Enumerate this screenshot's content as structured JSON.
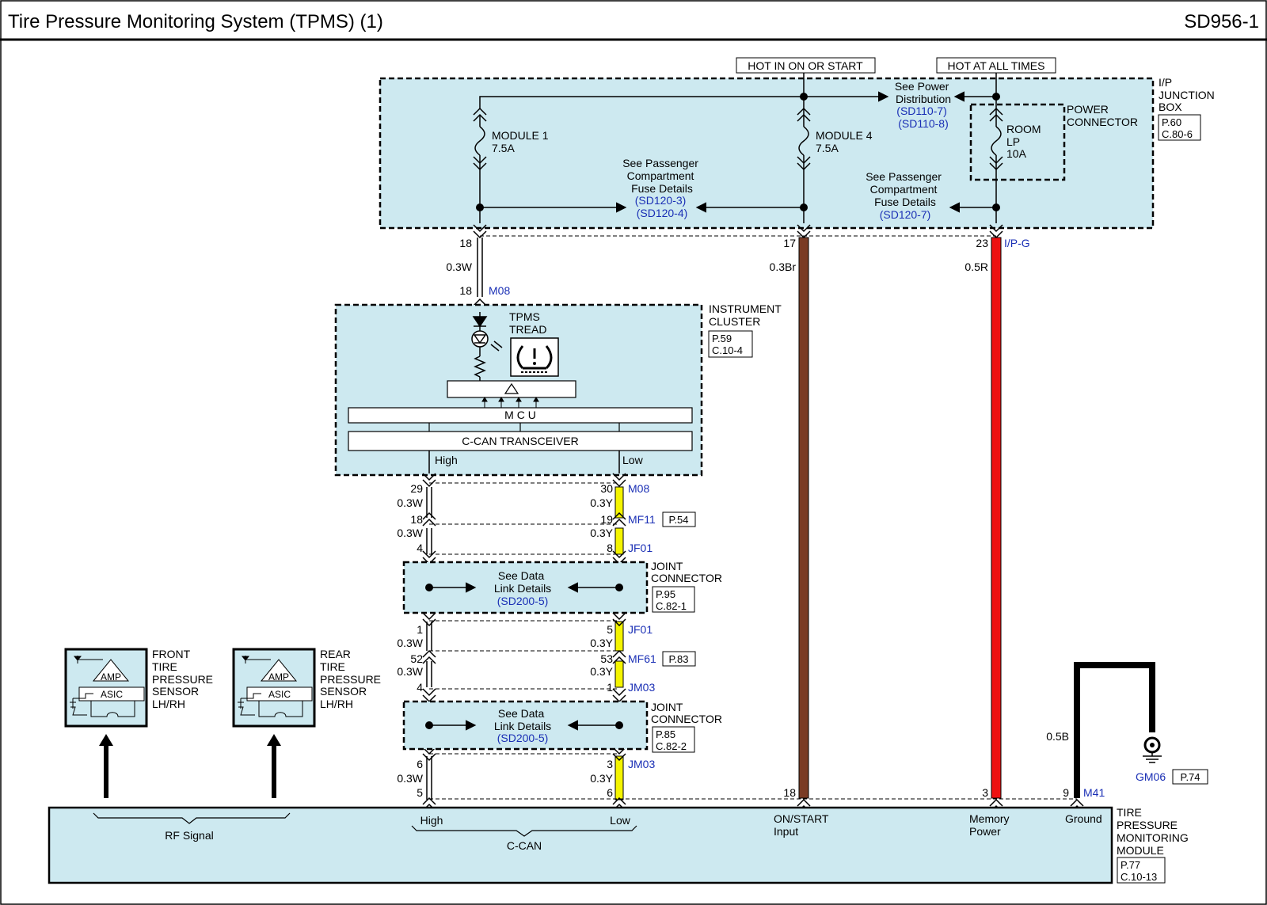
{
  "title": "Tire Pressure Monitoring System (TPMS) (1)",
  "page_code": "SD956-1",
  "colors": {
    "panel": "#cde9f0",
    "brown": "#7a3b24",
    "red": "#ee1111",
    "yellow": "#f4f400",
    "link_blue": "#1a2fb5"
  },
  "power": {
    "hot_on_start": "HOT IN ON OR START",
    "hot_all_times": "HOT AT ALL TIMES"
  },
  "junction_box": {
    "name": [
      "I/P",
      "JUNCTION",
      "BOX"
    ],
    "page_ref": [
      "P.60",
      "C.80-6"
    ],
    "power_connector": [
      "POWER",
      "CONNECTOR"
    ],
    "fuse1": [
      "MODULE 1",
      "7.5A"
    ],
    "fuse4": [
      "MODULE 4",
      "7.5A"
    ],
    "fuse_room": [
      "ROOM",
      "LP",
      "10A"
    ],
    "see_power": [
      "See Power",
      "Distribution"
    ],
    "see_power_refs": [
      "(SD110-7)",
      "(SD110-8)"
    ],
    "see_pass_1": [
      "See Passenger",
      "Compartment",
      "Fuse Details"
    ],
    "see_pass_1_refs": [
      "(SD120-3)",
      "(SD120-4)"
    ],
    "see_pass_2": [
      "See Passenger",
      "Compartment",
      "Fuse Details"
    ],
    "see_pass_2_refs": [
      "(SD120-7)"
    ],
    "pins": {
      "p18": "18",
      "p17": "17",
      "p23": "23",
      "ipg": "I/P-G"
    }
  },
  "wires": {
    "w1": {
      "size": "0.3W",
      "pin": "18",
      "conn": "M08"
    },
    "brown": {
      "size": "0.3Br"
    },
    "red": {
      "size": "0.5R"
    },
    "ground": {
      "size": "0.5B"
    }
  },
  "instrument_cluster": {
    "name": [
      "INSTRUMENT",
      "CLUSTER"
    ],
    "page_ref": [
      "P.59",
      "C.10-4"
    ],
    "tpms": [
      "TPMS",
      "TREAD"
    ],
    "mcu": "M C U",
    "transceiver": "C-CAN TRANSCEIVER",
    "high": "High",
    "low": "Low"
  },
  "can_wiring": {
    "rows": [
      {
        "lpin": "29",
        "lsize": "0.3W",
        "rpin": "30",
        "rsize": "0.3Y",
        "conn": "M08",
        "ref": ""
      },
      {
        "lpin": "18",
        "lsize": "0.3W",
        "rpin": "19",
        "rsize": "0.3Y",
        "conn": "MF11",
        "ref": "P.54"
      },
      {
        "lpin": "4",
        "lsize": "",
        "rpin": "8",
        "rsize": "",
        "conn": "JF01",
        "ref": ""
      },
      {
        "lpin": "1",
        "lsize": "0.3W",
        "rpin": "5",
        "rsize": "0.3Y",
        "conn": "JF01",
        "ref": ""
      },
      {
        "lpin": "52",
        "lsize": "0.3W",
        "rpin": "53",
        "rsize": "0.3Y",
        "conn": "MF61",
        "ref": "P.83"
      },
      {
        "lpin": "4",
        "lsize": "",
        "rpin": "1",
        "rsize": "",
        "conn": "JM03",
        "ref": ""
      },
      {
        "lpin": "6",
        "lsize": "0.3W",
        "rpin": "3",
        "rsize": "0.3Y",
        "conn": "JM03",
        "ref": ""
      },
      {
        "lpin": "5",
        "lsize": "",
        "rpin": "6",
        "rsize": "",
        "conn": "",
        "ref": ""
      }
    ]
  },
  "joint1": {
    "name": [
      "JOINT",
      "CONNECTOR"
    ],
    "page_ref": [
      "P.95",
      "C.82-1"
    ],
    "see": [
      "See Data",
      "Link Details"
    ],
    "ref": "(SD200-5)"
  },
  "joint2": {
    "name": [
      "JOINT",
      "CONNECTOR"
    ],
    "page_ref": [
      "P.85",
      "C.82-2"
    ],
    "see": [
      "See Data",
      "Link Details"
    ],
    "ref": "(SD200-5)"
  },
  "front_sensor": {
    "name": [
      "FRONT",
      "TIRE",
      "PRESSURE",
      "SENSOR",
      "LH/RH"
    ],
    "amp": "AMP",
    "asic": "ASIC"
  },
  "rear_sensor": {
    "name": [
      "REAR",
      "TIRE",
      "PRESSURE",
      "SENSOR",
      "LH/RH"
    ],
    "amp": "AMP",
    "asic": "ASIC"
  },
  "ground": {
    "conn": "GM06",
    "ref": "P.74"
  },
  "module": {
    "name": [
      "TIRE",
      "PRESSURE",
      "MONITORING",
      "MODULE"
    ],
    "page_ref": [
      "P.77",
      "C.10-13"
    ],
    "rf": "RF Signal",
    "high": "High",
    "low": "Low",
    "ccan": "C-CAN",
    "on_start": [
      "ON/START",
      "Input"
    ],
    "memory": [
      "Memory",
      "Power"
    ],
    "ground": "Ground",
    "pins": {
      "p18": "18",
      "p3": "3",
      "p9": "9",
      "conn": "M41"
    }
  }
}
